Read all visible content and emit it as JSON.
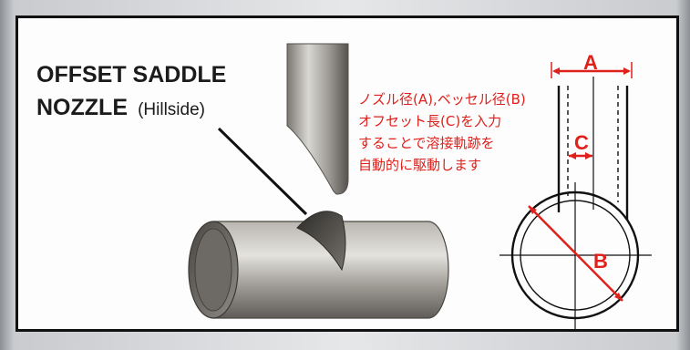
{
  "title": {
    "line1": "OFFSET  SADDLE",
    "line2": "NOZZLE",
    "suffix": "(Hillside)"
  },
  "description": [
    "ノズル径(A),ベッセル径(B)",
    "オフセット長(C)を入力",
    "することで溶接軌跡を",
    "自動的に駆動します"
  ],
  "dimensions": {
    "a": "A",
    "b": "B",
    "c": "C"
  },
  "colors": {
    "annotation": "#e0201a",
    "outline": "#111111",
    "pipe": "#8f8c86"
  }
}
